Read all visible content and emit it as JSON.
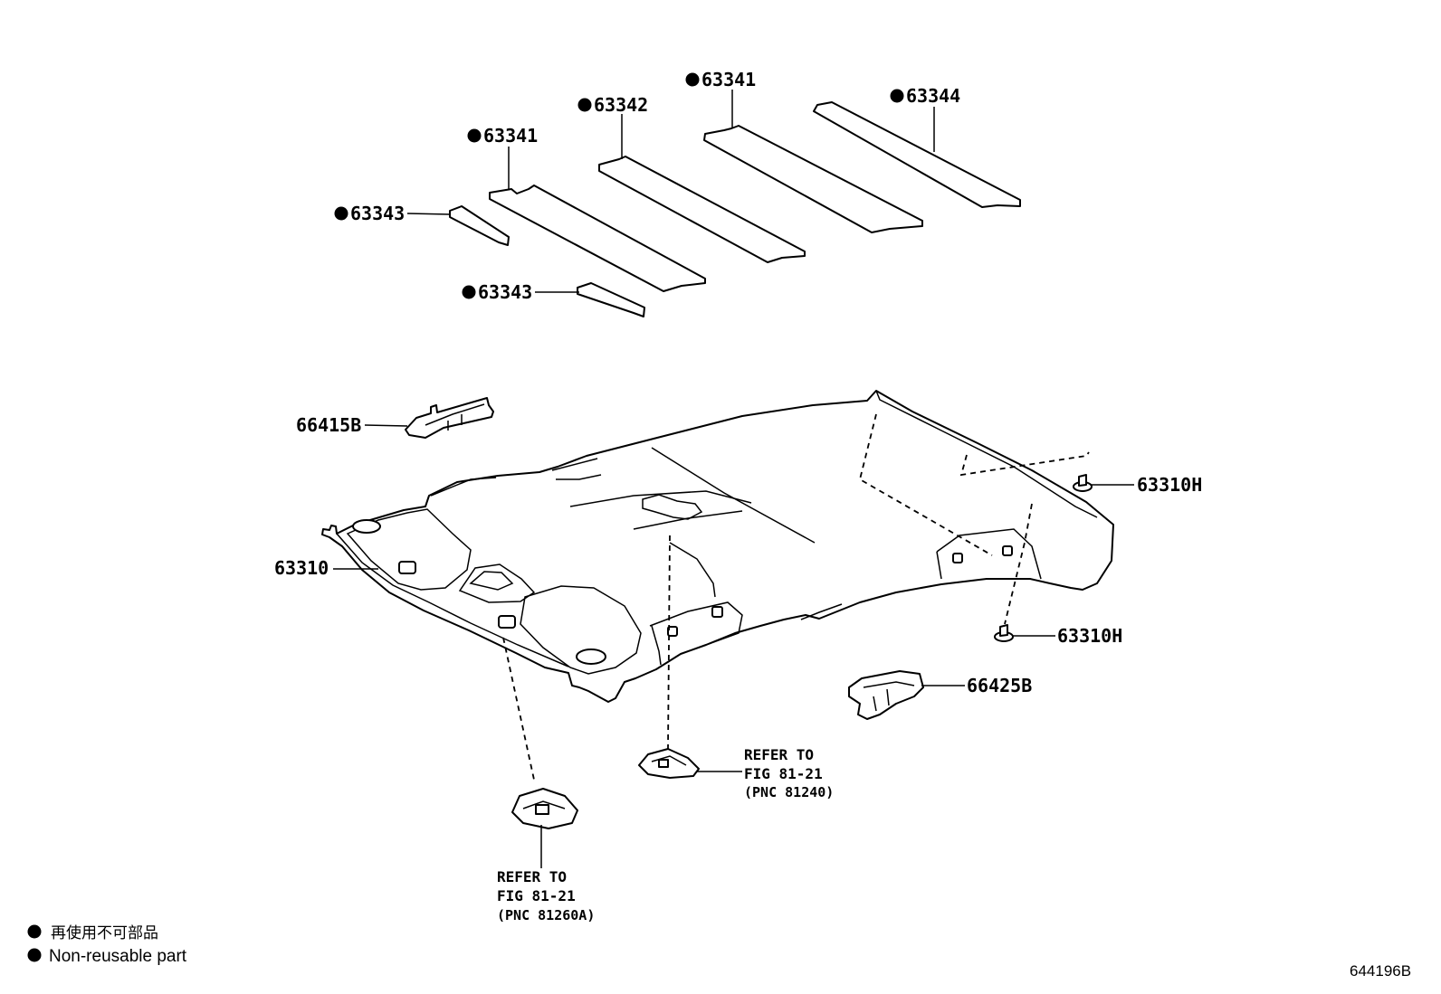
{
  "callouts": {
    "c63341_top": "63341",
    "c63342": "63342",
    "c63344": "63344",
    "c63341_left": "63341",
    "c63343_upper": "63343",
    "c63343_lower": "63343",
    "c66415B": "66415B",
    "c63310": "63310",
    "c63310H_upper": "63310H",
    "c63310H_lower": "63310H",
    "c66425B": "66425B"
  },
  "refs": {
    "right": {
      "line1": "REFER TO",
      "line2": "FIG 81-21",
      "line3": "(PNC 81240)"
    },
    "bottom": {
      "line1": "REFER TO",
      "line2": "FIG 81-21",
      "line3": "(PNC 81260A)"
    }
  },
  "legend": {
    "line_jp": "再使用不可部品",
    "line_en": "Non-reusable part"
  },
  "figure_code": "644196B",
  "colors": {
    "ink": "#000000",
    "paper": "#ffffff"
  }
}
